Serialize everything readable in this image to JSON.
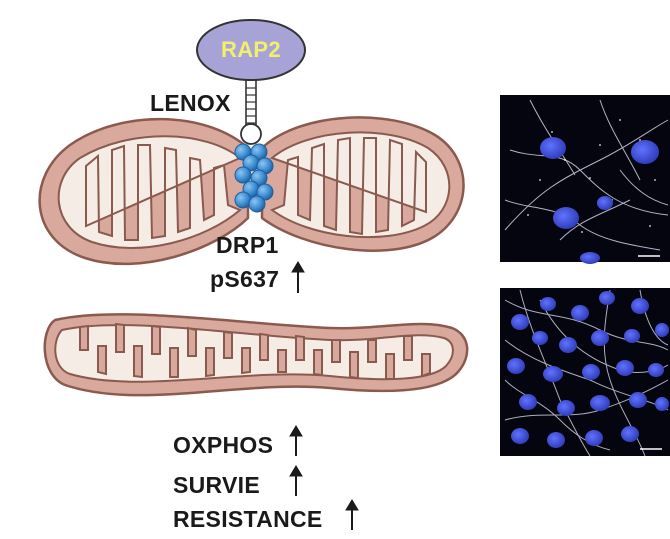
{
  "labels": {
    "rap2": "RAP2",
    "lenox": "LENOX",
    "drp1": "DRP1",
    "ps637": "pS637",
    "oxphos": "OXPHOS",
    "survie": "SURVIE",
    "resistance": "RESISTANCE"
  },
  "colors": {
    "rap2_fill": "#a8a3d6",
    "rap2_text": "#f1ef6b",
    "mito_outer": "#d9a99d",
    "mito_inner": "#f6ece6",
    "mito_stroke": "#8a5a4e",
    "drp1_bead": "#3d8fd4",
    "nucleus": "#3a4fd8",
    "micro_bg": "#050510"
  },
  "icons": {
    "up_arrow": "up-arrow-icon"
  }
}
